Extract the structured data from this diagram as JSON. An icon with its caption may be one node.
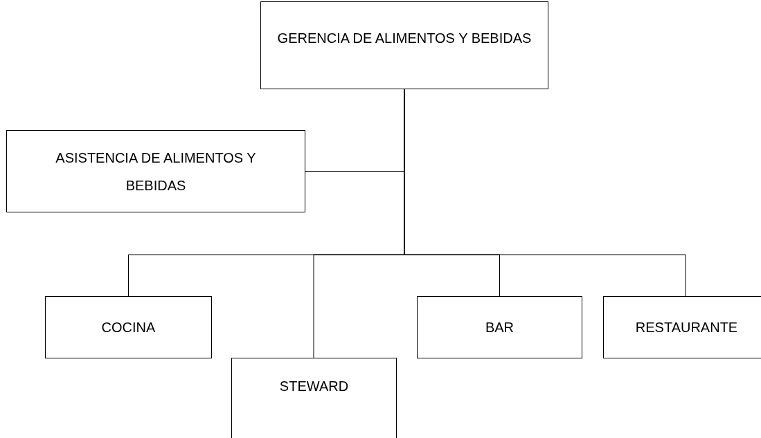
{
  "diagram": {
    "nodes": [
      {
        "text": [
          "GERENCIA DE ALIMENTOS Y BEBIDAS"
        ]
      },
      {
        "text": [
          "ASISTENCIA DE ALIMENTOS Y BEBIDAS"
        ]
      },
      {
        "text": [
          "COCINA"
        ]
      },
      {
        "text": [
          "STEWARD"
        ]
      },
      {
        "text": [
          "BAR"
        ]
      },
      {
        "text": [
          "RESTAURANTE"
        ]
      }
    ],
    "edges": [
      {
        "from": 0,
        "to": 1,
        "arrow": "none"
      },
      {
        "from": 0,
        "to": 2,
        "arrow": "none"
      },
      {
        "from": 0,
        "to": 3,
        "arrow": "none"
      },
      {
        "from": 0,
        "to": 4,
        "arrow": "none"
      },
      {
        "from": 0,
        "to": 5,
        "arrow": "none"
      }
    ]
  }
}
